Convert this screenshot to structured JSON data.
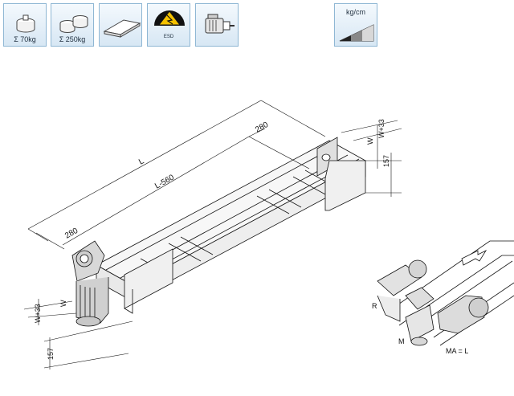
{
  "icon_bar": {
    "tiles": [
      {
        "icon": "single-weight-icon",
        "label": "Σ 70kg"
      },
      {
        "icon": "double-weight-icon",
        "label": "Σ 250kg"
      },
      {
        "icon": "flat-belt-icon",
        "label": ""
      },
      {
        "icon": "esd-icon",
        "label": "ESD"
      },
      {
        "icon": "motor-icon",
        "label": ""
      },
      {
        "icon": "load-ramp-icon",
        "label": "kg/cm"
      }
    ]
  },
  "dimensions": {
    "length": "L",
    "inner_length": "L-560",
    "end_left": "280",
    "end_right": "280",
    "width_plus": "W+33",
    "width": "W",
    "height_left": "157",
    "height_right": "157"
  },
  "detail_labels": {
    "r": "R",
    "m": "M",
    "ma": "MA = L"
  }
}
